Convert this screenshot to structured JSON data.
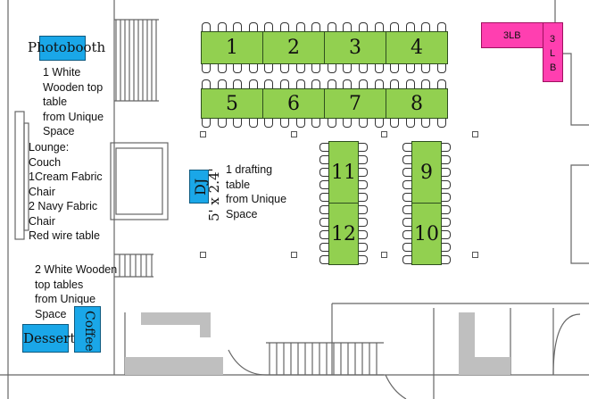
{
  "tables": [
    "1",
    "2",
    "3",
    "4",
    "5",
    "6",
    "7",
    "8",
    "11",
    "9",
    "12",
    "10"
  ],
  "photobooth": {
    "label": "Photobooth",
    "note": "1 White\nWooden top\ntable\nfrom Unique\nSpace"
  },
  "lounge": {
    "note": "Lounge:\nCouch\n1Cream Fabric\nChair\n2 Navy Fabric\nChair\nRed wire table"
  },
  "dj": {
    "label": "DJ",
    "size": "5' x 2.4'",
    "note": "1 drafting\ntable\nfrom Unique\nSpace"
  },
  "dessert_coffee": {
    "note": "2 White Wooden\ntop tables\nfrom Unique\nSpace",
    "dessert": "Dessert",
    "coffee": "Coffee"
  },
  "lb_horizontal": "3LB",
  "lb_vertical": [
    "3",
    "L",
    "B"
  ],
  "colors": {
    "table": "#92d050",
    "blue": "#1aa7e8",
    "pink": "#ff3fb0",
    "wall": "#666666",
    "counter": "#bfbfbf"
  }
}
